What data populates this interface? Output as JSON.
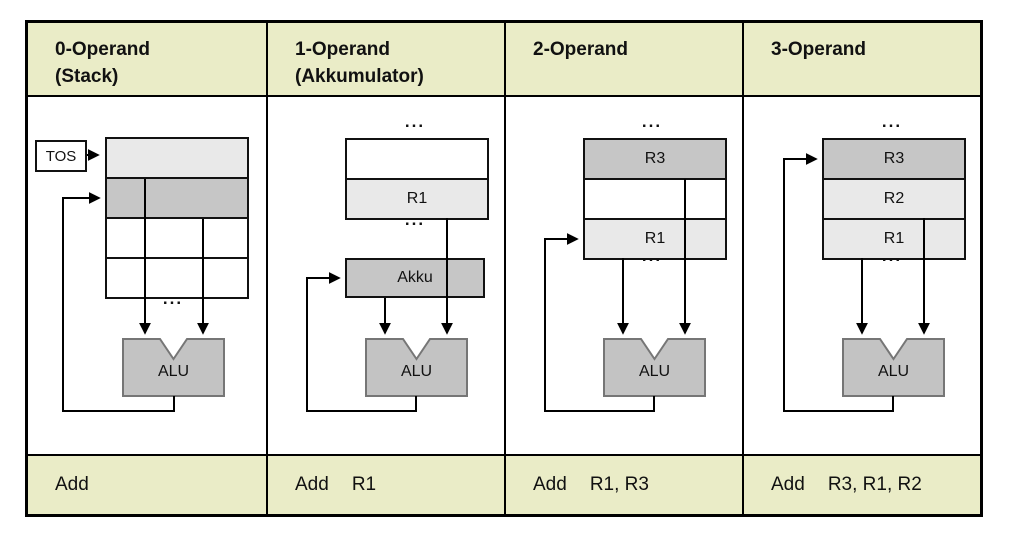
{
  "colors": {
    "band_bg": "#eaecc7",
    "cell_light": "#e9e9e9",
    "cell_mid": "#c6c6c6",
    "alu_fill": "#c3c3c3",
    "line": "#000000"
  },
  "ellipsis": "...",
  "columns": [
    {
      "header": [
        "0-Operand",
        "(Stack)"
      ],
      "tos_label": "TOS",
      "alu_label": "ALU",
      "instruction": {
        "opcode": "Add",
        "operands": ""
      }
    },
    {
      "header": [
        "1-Operand",
        "(Akkumulator)"
      ],
      "registers": [
        "",
        "R1"
      ],
      "akku_label": "Akku",
      "alu_label": "ALU",
      "instruction": {
        "opcode": "Add",
        "operands": "R1"
      }
    },
    {
      "header": [
        "2-Operand"
      ],
      "registers": [
        "R3",
        "",
        "R1"
      ],
      "alu_label": "ALU",
      "instruction": {
        "opcode": "Add",
        "operands": "R1, R3"
      }
    },
    {
      "header": [
        "3-Operand"
      ],
      "registers": [
        "R3",
        "R2",
        "R1"
      ],
      "alu_label": "ALU",
      "instruction": {
        "opcode": "Add",
        "operands": "R3, R1, R2"
      }
    }
  ]
}
